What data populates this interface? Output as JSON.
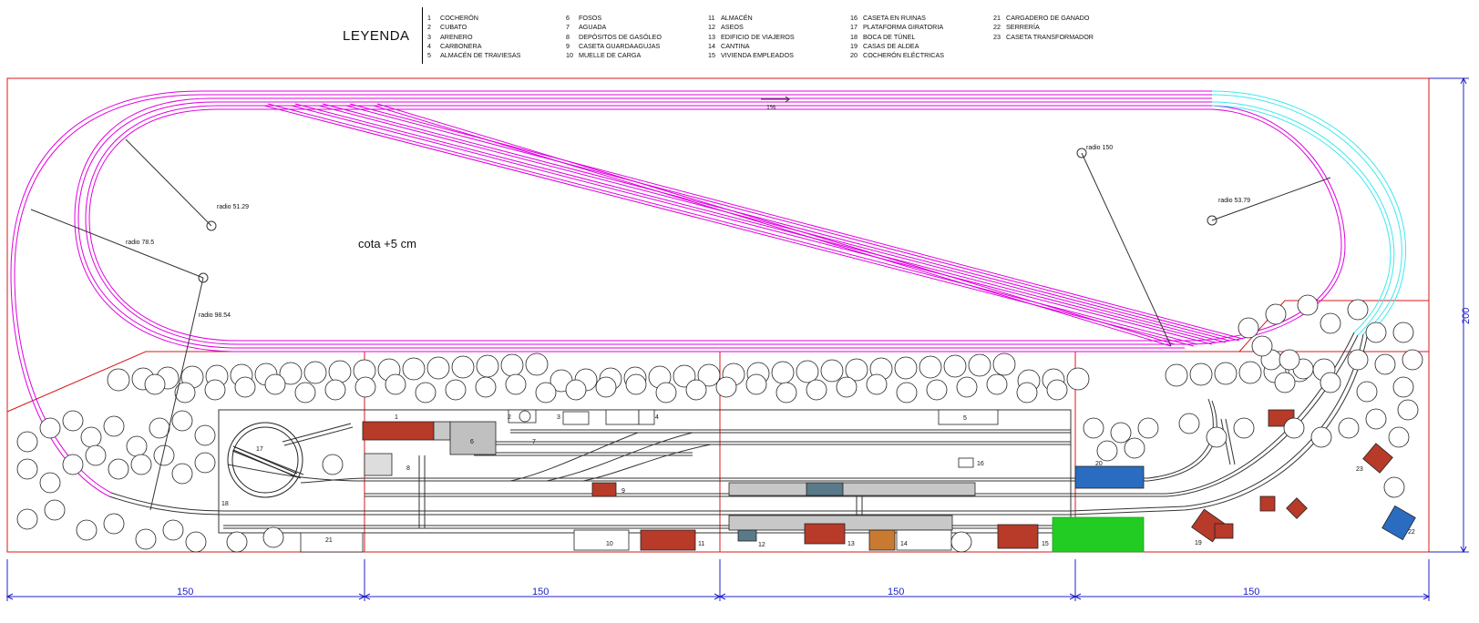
{
  "legend": {
    "title": "LEYENDA",
    "columns": [
      [
        {
          "num": "1",
          "label": "COCHERÓN"
        },
        {
          "num": "2",
          "label": "CUBATO"
        },
        {
          "num": "3",
          "label": "ARENERO"
        },
        {
          "num": "4",
          "label": "CARBONERA"
        },
        {
          "num": "5",
          "label": "ALMACÉN DE TRAVIESAS"
        }
      ],
      [
        {
          "num": "6",
          "label": "FOSOS"
        },
        {
          "num": "7",
          "label": "AGUADA"
        },
        {
          "num": "8",
          "label": "DEPÓSITOS DE GASÓLEO"
        },
        {
          "num": "9",
          "label": "CASETA GUARDAAGUJAS"
        },
        {
          "num": "10",
          "label": "MUELLE DE CARGA"
        }
      ],
      [
        {
          "num": "11",
          "label": "ALMACÉN"
        },
        {
          "num": "12",
          "label": "ASEOS"
        },
        {
          "num": "13",
          "label": "EDIFICIO DE VIAJEROS"
        },
        {
          "num": "14",
          "label": "CANTINA"
        },
        {
          "num": "15",
          "label": "VIVIENDA EMPLEADOS"
        }
      ],
      [
        {
          "num": "16",
          "label": "CASETA EN RUINAS"
        },
        {
          "num": "17",
          "label": "PLATAFORMA GIRATORIA"
        },
        {
          "num": "18",
          "label": "BOCA DE TÚNEL"
        },
        {
          "num": "19",
          "label": "CASAS DE ALDEA"
        },
        {
          "num": "20",
          "label": "COCHERÓN ELÉCTRICAS"
        }
      ],
      [
        {
          "num": "21",
          "label": "CARGADERO DE GANADO"
        },
        {
          "num": "22",
          "label": "SERRERÍA"
        },
        {
          "num": "23",
          "label": "CASETA TRANSFORMADOR"
        }
      ]
    ]
  },
  "plan": {
    "elevation_label": "cota +5 cm",
    "gradient_label": "1%",
    "radius_labels": [
      "radio 51.29",
      "radio 78.5",
      "radio 98.54",
      "radio 150",
      "radio 53.79"
    ],
    "dimensions": {
      "bottom": [
        "150",
        "150",
        "150",
        "150"
      ],
      "right": "200"
    },
    "building_numbers": {
      "b1": "1",
      "b2": "2",
      "b3": "3",
      "b4": "4",
      "b5": "5",
      "b6": "6",
      "b7": "7",
      "b8": "8",
      "b9": "9",
      "b10": "10",
      "b11": "11",
      "b12": "12",
      "b13": "13",
      "b14": "14",
      "b15": "15",
      "b16": "16",
      "b17": "17",
      "b18": "18",
      "b19": "19",
      "b20": "20",
      "b21": "21",
      "b22": "22",
      "b23": "23"
    }
  },
  "colors": {
    "upper_track": "#e000e0",
    "gradient_track": "#40e8ec",
    "border": "#d81818",
    "dimension": "#2020c8",
    "roof_red": "#b83a28",
    "roof_blue": "#2a6cc0",
    "grass": "#22cc22",
    "orange": "#c87a30"
  }
}
